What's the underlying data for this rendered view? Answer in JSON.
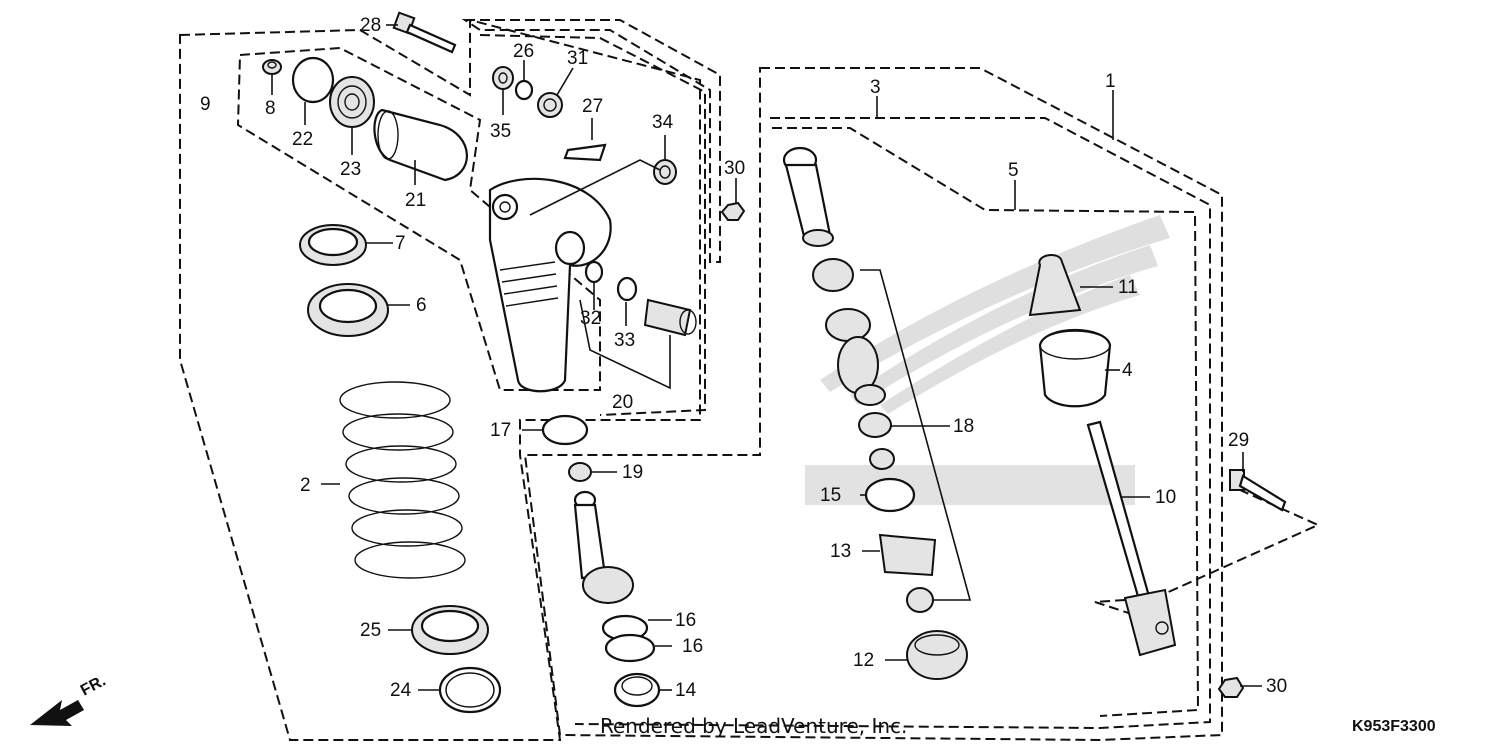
{
  "diagram": {
    "credit": "Rendered by LeadVenture, Inc.",
    "code": "K953F3300",
    "direction_label": "FR.",
    "callouts": [
      {
        "id": "c1",
        "label": "1"
      },
      {
        "id": "c2",
        "label": "2"
      },
      {
        "id": "c3",
        "label": "3"
      },
      {
        "id": "c4",
        "label": "4"
      },
      {
        "id": "c5",
        "label": "5"
      },
      {
        "id": "c6",
        "label": "6"
      },
      {
        "id": "c7",
        "label": "7"
      },
      {
        "id": "c8",
        "label": "8"
      },
      {
        "id": "c9",
        "label": "9"
      },
      {
        "id": "c10",
        "label": "10"
      },
      {
        "id": "c11",
        "label": "11"
      },
      {
        "id": "c12",
        "label": "12"
      },
      {
        "id": "c13",
        "label": "13"
      },
      {
        "id": "c14",
        "label": "14"
      },
      {
        "id": "c15",
        "label": "15"
      },
      {
        "id": "c16a",
        "label": "16"
      },
      {
        "id": "c16b",
        "label": "16"
      },
      {
        "id": "c17",
        "label": "17"
      },
      {
        "id": "c18",
        "label": "18"
      },
      {
        "id": "c19",
        "label": "19"
      },
      {
        "id": "c20",
        "label": "20"
      },
      {
        "id": "c21",
        "label": "21"
      },
      {
        "id": "c22",
        "label": "22"
      },
      {
        "id": "c23",
        "label": "23"
      },
      {
        "id": "c24",
        "label": "24"
      },
      {
        "id": "c25",
        "label": "25"
      },
      {
        "id": "c26",
        "label": "26"
      },
      {
        "id": "c27",
        "label": "27"
      },
      {
        "id": "c28",
        "label": "28"
      },
      {
        "id": "c29",
        "label": "29"
      },
      {
        "id": "c30a",
        "label": "30"
      },
      {
        "id": "c30b",
        "label": "30"
      },
      {
        "id": "c31",
        "label": "31"
      },
      {
        "id": "c32",
        "label": "32"
      },
      {
        "id": "c33",
        "label": "33"
      },
      {
        "id": "c34",
        "label": "34"
      },
      {
        "id": "c35",
        "label": "35"
      }
    ]
  }
}
